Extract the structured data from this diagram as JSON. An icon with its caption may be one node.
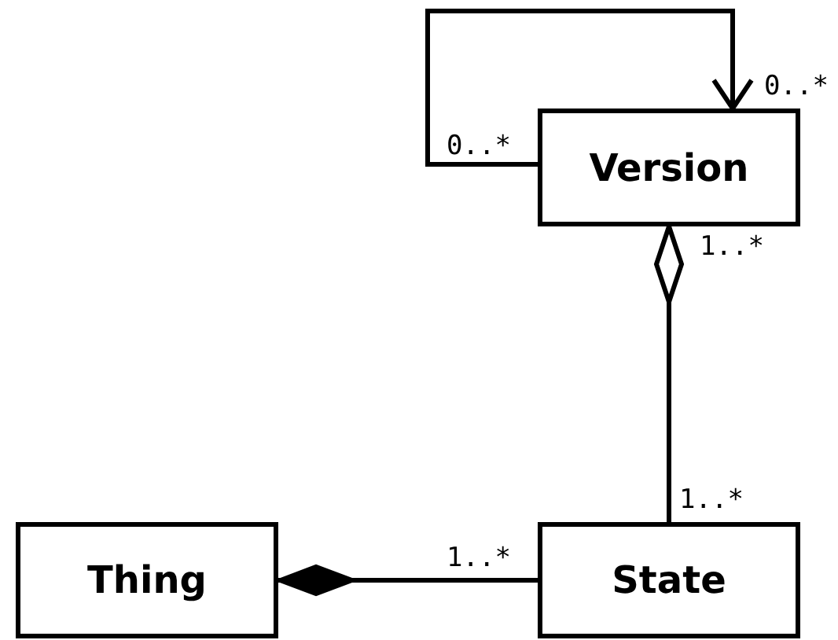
{
  "diagram": {
    "nodes": [
      {
        "text": [
          "Version"
        ]
      },
      {
        "text": [
          "Thing"
        ]
      },
      {
        "text": [
          "State"
        ]
      }
    ],
    "edges": [
      {
        "from": 0,
        "to": 0,
        "arrow": "to"
      },
      {
        "from": 0,
        "to": 2,
        "arrow": "other"
      },
      {
        "from": 1,
        "to": 2,
        "arrow": "other"
      }
    ],
    "labels": [
      "0..*",
      "0..*",
      "1..*",
      "1..*",
      "1..*"
    ]
  }
}
